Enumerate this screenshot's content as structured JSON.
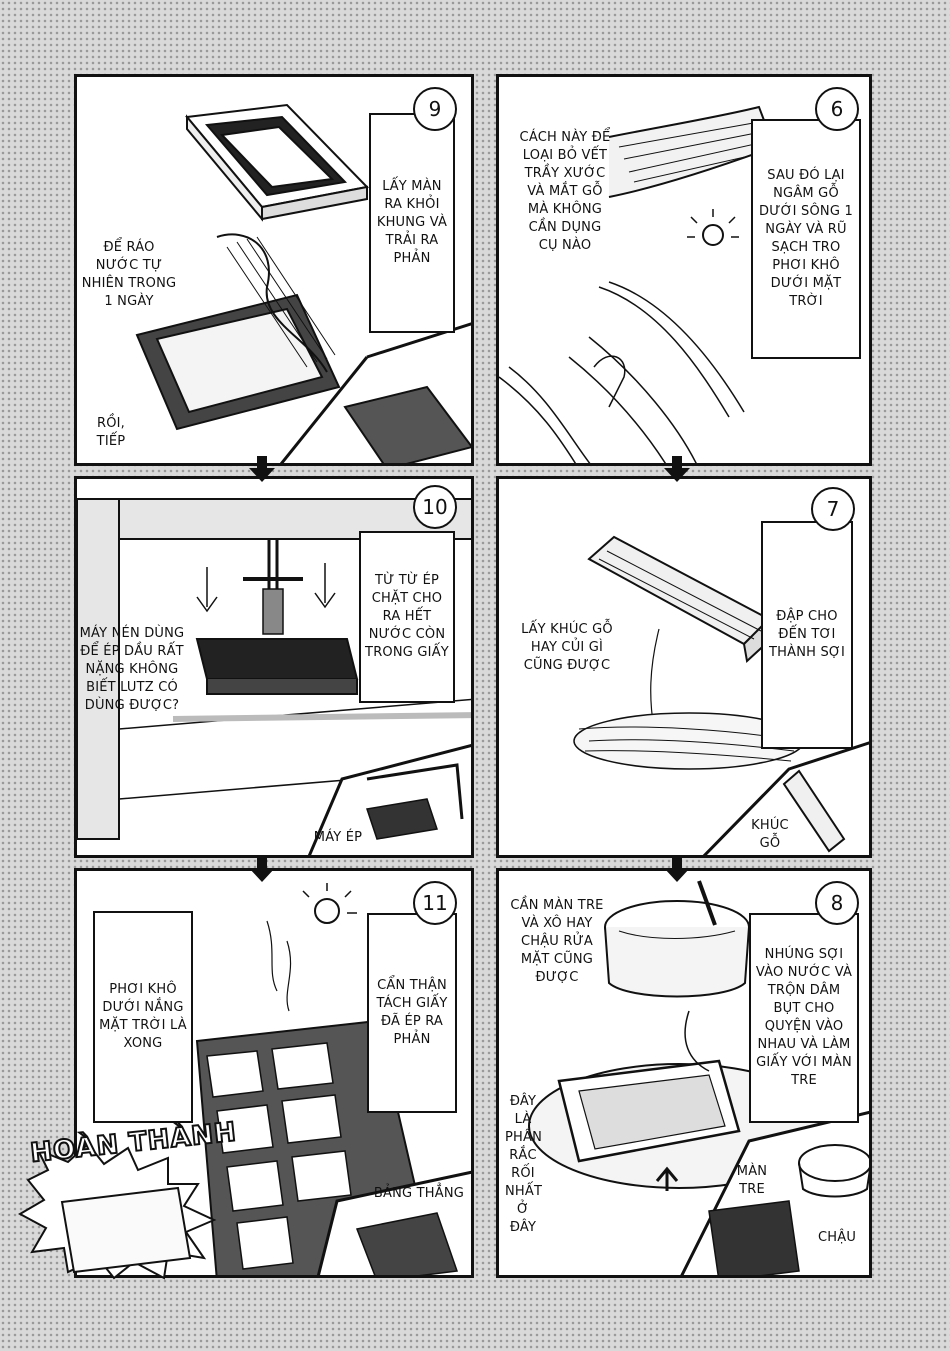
{
  "panels": {
    "p9": {
      "number": "9",
      "box": "LẤY MÀN RA KHỎI KHUNG VÀ TRẢI RA PHẢN",
      "side": "ĐỂ RÁO NƯỚC TỰ NHIÊN TRONG 1 NGÀY",
      "bottom": "RỒI, TIẾP"
    },
    "p6": {
      "number": "6",
      "box": "SAU ĐÓ LẠI NGÂM GỖ DƯỚI SÔNG 1 NGÀY VÀ RŨ SẠCH TRO PHƠI KHÔ DƯỚI MẶT TRỜI",
      "side": "CÁCH NÀY ĐỂ LOẠI BỎ VẾT TRẦY XƯỚC VÀ MẮT GỖ MÀ KHÔNG CẦN DỤNG CỤ NÀO"
    },
    "p10": {
      "number": "10",
      "box": "TỪ TỪ ÉP CHẶT CHO RA HẾT NƯỚC CÒN TRONG GIẤY",
      "side": "MÁY NÉN DÙNG ĐỂ ÉP DẦU RẤT NẶNG KHÔNG BIẾT LUTZ CÓ DÙNG ĐƯỢC?",
      "label": "MÁY ÉP"
    },
    "p7": {
      "number": "7",
      "box": "ĐẬP CHO ĐẾN TƠI THÀNH SỢI",
      "side": "LẤY KHÚC GỖ HAY CỦI GÌ CŨNG ĐƯỢC",
      "label": "KHÚC GỖ"
    },
    "p11": {
      "number": "11",
      "box_left": "PHƠI KHÔ DƯỚI NẮNG MẶT TRỜI LÀ XONG",
      "box_right": "CẨN THẬN TÁCH GIẤY ĐÃ ÉP RA PHẢN",
      "label": "BẢNG THẲNG",
      "done": "HOÀN THÀNH"
    },
    "p8": {
      "number": "8",
      "box": "NHÚNG SỢI VÀO NƯỚC VÀ TRỘN DÂM BỤT CHO QUYỆN VÀO NHAU VÀ LÀM GIẤY VỚI MÀN TRE",
      "top": "CẦN MÀN TRE VÀ XÔ HAY CHẬU RỬA MẶT CŨNG ĐƯỢC",
      "side": "ĐÂY LÀ PHẦN RẮC RỐI NHẤT Ở ĐÂY",
      "label_screen": "MÀN TRE",
      "label_basin": "CHẬU"
    }
  }
}
